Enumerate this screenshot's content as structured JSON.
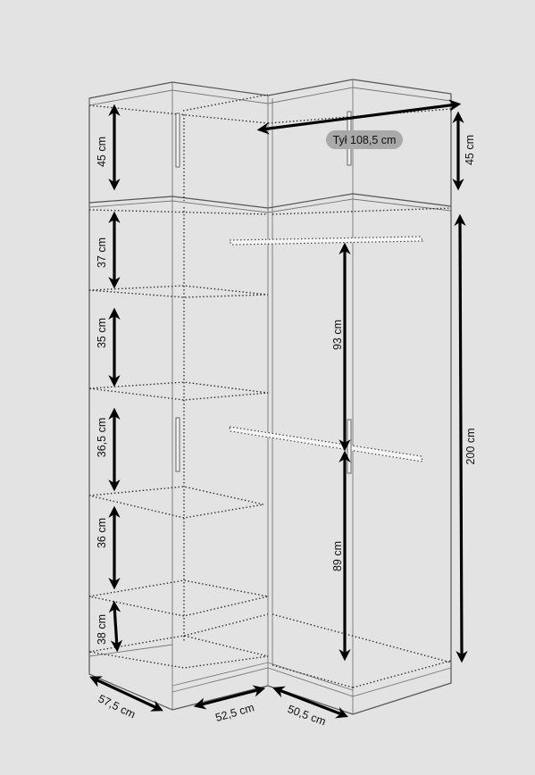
{
  "labels": {
    "top_height_left": "45 cm",
    "top_height_right": "45 cm",
    "back_width": "Tył 108,5 cm",
    "shelf_1": "37 cm",
    "shelf_2": "35 cm",
    "shelf_3": "36,5 cm",
    "shelf_4": "36 cm",
    "shelf_5": "38 cm",
    "rail_upper": "93 cm",
    "rail_lower": "89 cm",
    "total_height": "200 cm",
    "depth_left": "57,5 cm",
    "width_front_left": "52,5 cm",
    "width_front_right": "50,5 cm"
  },
  "colors": {
    "background": "#e3e3e3",
    "carcass_line": "#555555",
    "dimension_arrow": "#000000",
    "back_label_pill": "#a9a9a9"
  }
}
